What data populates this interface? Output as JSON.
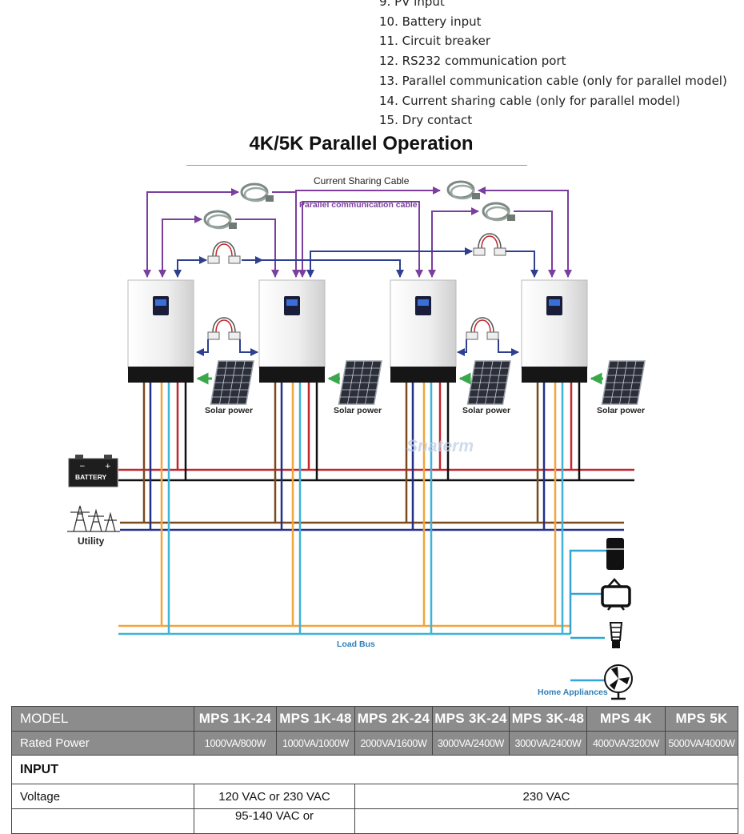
{
  "legend": [
    {
      "num": "9.",
      "text": "PV input"
    },
    {
      "num": "10.",
      "text": "Battery input"
    },
    {
      "num": "11.",
      "text": "Circuit breaker"
    },
    {
      "num": "12.",
      "text": "RS232 communication port"
    },
    {
      "num": "13.",
      "text": "Parallel communication cable (only for parallel model)"
    },
    {
      "num": "14.",
      "text": "Current sharing cable (only for parallel model)"
    },
    {
      "num": "15.",
      "text": "Dry contact"
    }
  ],
  "title": "4K/5K Parallel Operation",
  "diagram": {
    "current_sharing_label": "Current Sharing Cable",
    "parallel_comm_label": "Parallel communication cable",
    "solar_label": "Solar power",
    "battery_label": "BATTERY",
    "utility_label": "Utility",
    "load_bus_label": "Load Bus",
    "home_appliances_label": "Home Appliances",
    "watermark": "Snaterm",
    "colors": {
      "purple": "#7b3f9e",
      "blue_arrow": "#2f3f8f",
      "green": "#3aa84a",
      "red": "#c0262b",
      "black": "#111111",
      "brown": "#7a4a1c",
      "navy": "#23308a",
      "orange": "#f2a53a",
      "cyan": "#3fb3d8",
      "appliance_blue": "#33a4d6"
    }
  },
  "spec_table": {
    "header": {
      "label": "MODEL",
      "models": [
        "MPS 1K-24",
        "MPS 1K-48",
        "MPS 2K-24",
        "MPS 3K-24",
        "MPS 3K-48",
        "MPS 4K",
        "MPS 5K"
      ]
    },
    "rated_power": {
      "label": "Rated Power",
      "values": [
        "1000VA/800W",
        "1000VA/1000W",
        "2000VA/1600W",
        "3000VA/2400W",
        "3000VA/2400W",
        "4000VA/3200W",
        "5000VA/4000W"
      ]
    },
    "input_section": "INPUT",
    "voltage": {
      "label": "Voltage",
      "value_a": "120 VAC or 230 VAC",
      "value_b": "230 VAC"
    },
    "next_row": {
      "label": "",
      "value_a": "95-140 VAC or"
    }
  }
}
